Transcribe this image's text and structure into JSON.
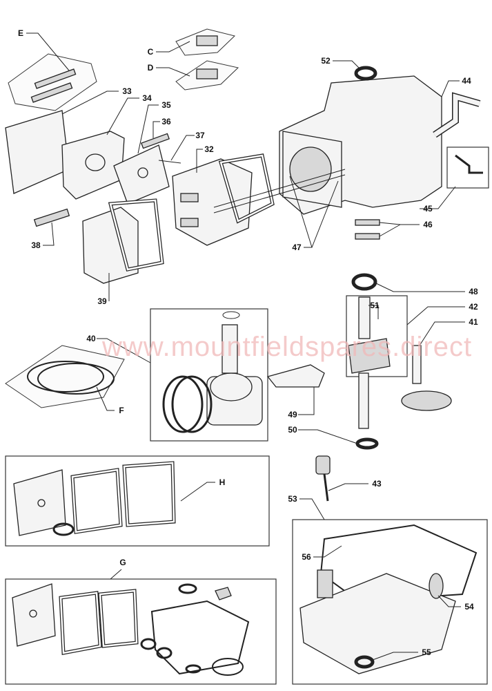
{
  "watermark": "www.mountfieldspares.direct",
  "labels": {
    "E": "E",
    "C": "C",
    "D": "D",
    "F": "F",
    "G": "G",
    "H": "H",
    "n32": "32",
    "n33": "33",
    "n34": "34",
    "n35": "35",
    "n36": "36",
    "n37": "37",
    "n38": "38",
    "n39": "39",
    "n40": "40",
    "n41": "41",
    "n42": "42",
    "n43": "43",
    "n44": "44",
    "n45": "45",
    "n46": "46",
    "n47": "47",
    "n48": "48",
    "n49": "49",
    "n50": "50",
    "n51": "51",
    "n52": "52",
    "n53": "53",
    "n54": "54",
    "n55": "55",
    "n56": "56"
  }
}
